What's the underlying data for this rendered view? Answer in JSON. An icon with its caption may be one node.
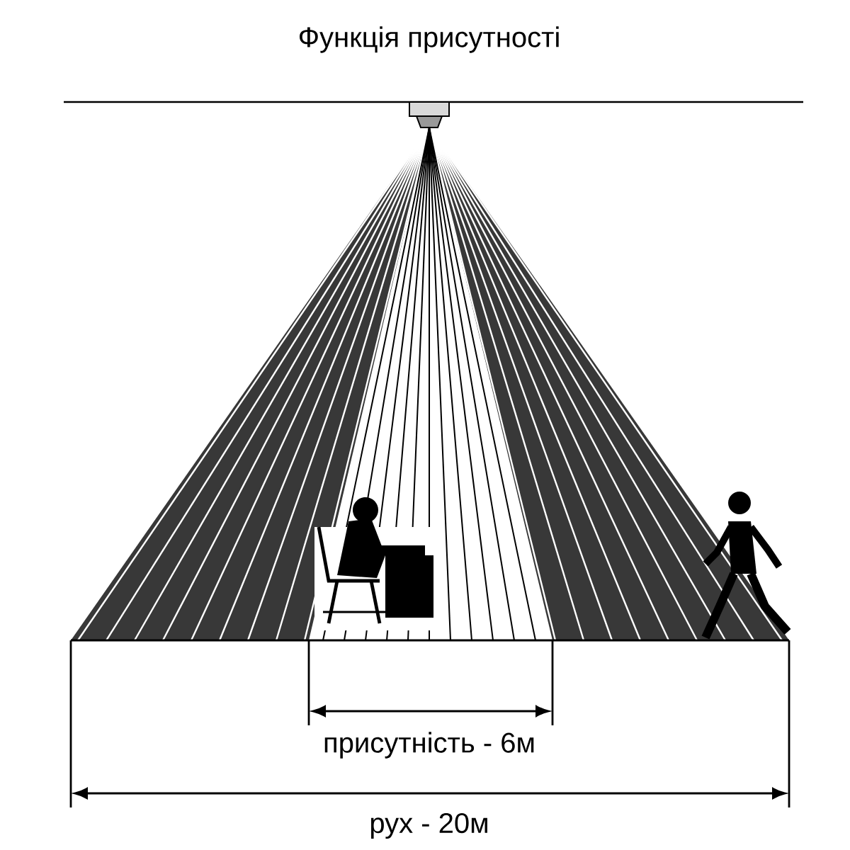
{
  "diagram": {
    "title": "Функція присутності",
    "labels": [
      "присутність - 6м",
      "рух - 20м"
    ]
  }
}
